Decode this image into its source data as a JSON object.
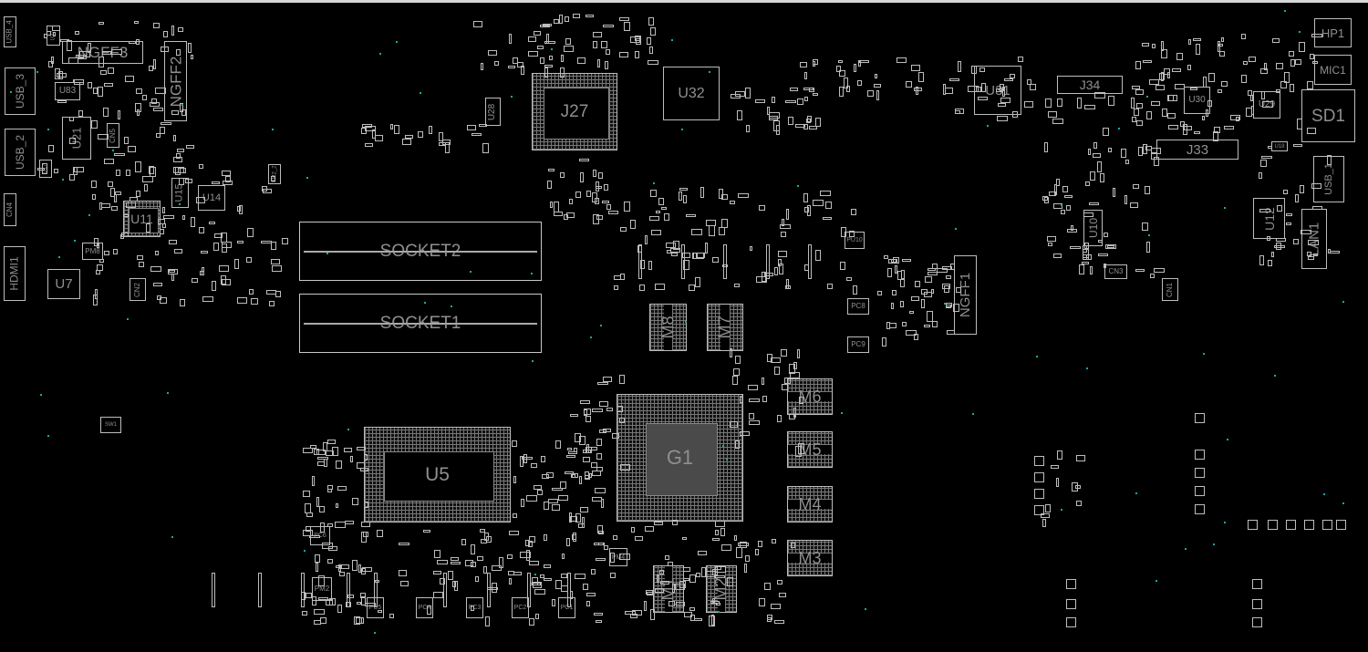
{
  "view": {
    "title": "Boardview",
    "background": "#000000",
    "outline_color": "#bdbdbd",
    "label_color": "#8f8f8f",
    "via_color": "#1aa7a7"
  },
  "components": [
    {
      "ref": "NGFF3"
    },
    {
      "ref": "NGFF2"
    },
    {
      "ref": "USB_4"
    },
    {
      "ref": "USB_3"
    },
    {
      "ref": "USB_2"
    },
    {
      "ref": "U83"
    },
    {
      "ref": "U21"
    },
    {
      "ref": "CN5"
    },
    {
      "ref": "U11"
    },
    {
      "ref": "U15"
    },
    {
      "ref": "U14"
    },
    {
      "ref": "CN4"
    },
    {
      "ref": "HDMI1"
    },
    {
      "ref": "PM8"
    },
    {
      "ref": "U7"
    },
    {
      "ref": "CN2"
    },
    {
      "ref": "SOCKET2"
    },
    {
      "ref": "SOCKET1"
    },
    {
      "ref": "J27"
    },
    {
      "ref": "U28"
    },
    {
      "ref": "U32"
    },
    {
      "ref": "U31"
    },
    {
      "ref": "J34"
    },
    {
      "ref": "U30"
    },
    {
      "ref": "U29"
    },
    {
      "ref": "HP1"
    },
    {
      "ref": "MIC1"
    },
    {
      "ref": "SD1"
    },
    {
      "ref": "J33"
    },
    {
      "ref": "USB_1"
    },
    {
      "ref": "U12"
    },
    {
      "ref": "LAN1"
    },
    {
      "ref": "U10"
    },
    {
      "ref": "CN3"
    },
    {
      "ref": "CN1"
    },
    {
      "ref": "NGFF1"
    },
    {
      "ref": "PU10"
    },
    {
      "ref": "PC8"
    },
    {
      "ref": "PC9"
    },
    {
      "ref": "M8"
    },
    {
      "ref": "M7"
    },
    {
      "ref": "G1"
    },
    {
      "ref": "U5"
    },
    {
      "ref": "M6"
    },
    {
      "ref": "M5"
    },
    {
      "ref": "M4"
    },
    {
      "ref": "M3"
    },
    {
      "ref": "M1"
    },
    {
      "ref": "M2"
    },
    {
      "ref": "PM2"
    },
    {
      "ref": "PM4"
    },
    {
      "ref": "PC6"
    },
    {
      "ref": "PC5"
    },
    {
      "ref": "PC4"
    },
    {
      "ref": "PC3"
    },
    {
      "ref": "PC2"
    },
    {
      "ref": "PC1"
    },
    {
      "ref": "SW1"
    },
    {
      "ref": "U37"
    },
    {
      "ref": "U17"
    },
    {
      "ref": "PM2_2"
    },
    {
      "ref": "U18"
    }
  ]
}
